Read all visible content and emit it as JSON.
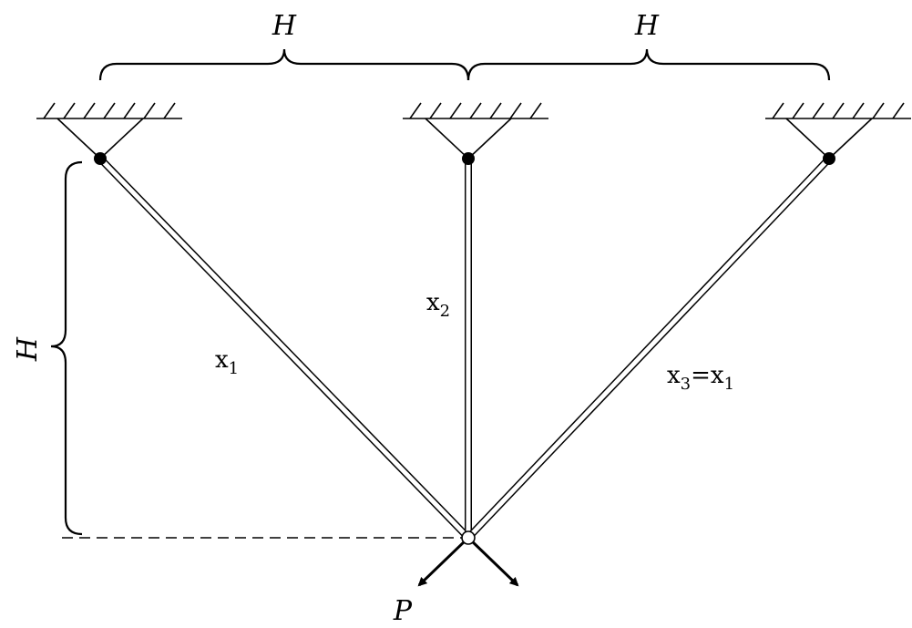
{
  "labels": {
    "span_left": "H",
    "span_right": "H",
    "height": "H",
    "load": "P",
    "bar1": {
      "base": "x",
      "sub": "1"
    },
    "bar2": {
      "base": "x",
      "sub": "2"
    },
    "bar3": {
      "base": "x",
      "sub": "3",
      "eq": "=",
      "base2": "x",
      "sub2": "1"
    }
  },
  "colors": {
    "stroke": "#000000",
    "background": "#ffffff"
  }
}
